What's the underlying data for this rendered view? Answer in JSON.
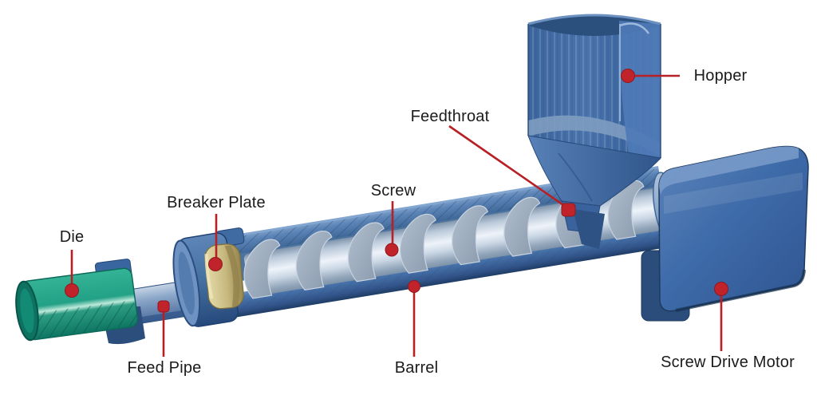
{
  "diagram_type": "labeled-machine-diagram",
  "subject": "single-screw extruder cutaway",
  "labels": {
    "die": "Die",
    "breaker_plate": "Breaker Plate",
    "screw": "Screw",
    "feedthroat": "Feedthroat",
    "hopper": "Hopper",
    "feed_pipe": "Feed Pipe",
    "barrel": "Barrel",
    "screw_drive_motor": "Screw Drive Motor"
  },
  "colors": {
    "callout_red": "#b72025",
    "callout_dot_red": "#c02329",
    "machine_blue": "#3e6ca9",
    "machine_blue_dark": "#24477a",
    "machine_blue_light": "#7a9cca",
    "screw_silver": "#c9d5e2",
    "die_teal": "#23a186",
    "breaker_plate_tan": "#cabc82",
    "label_text": "#1b1b1b",
    "background": "#ffffff"
  }
}
